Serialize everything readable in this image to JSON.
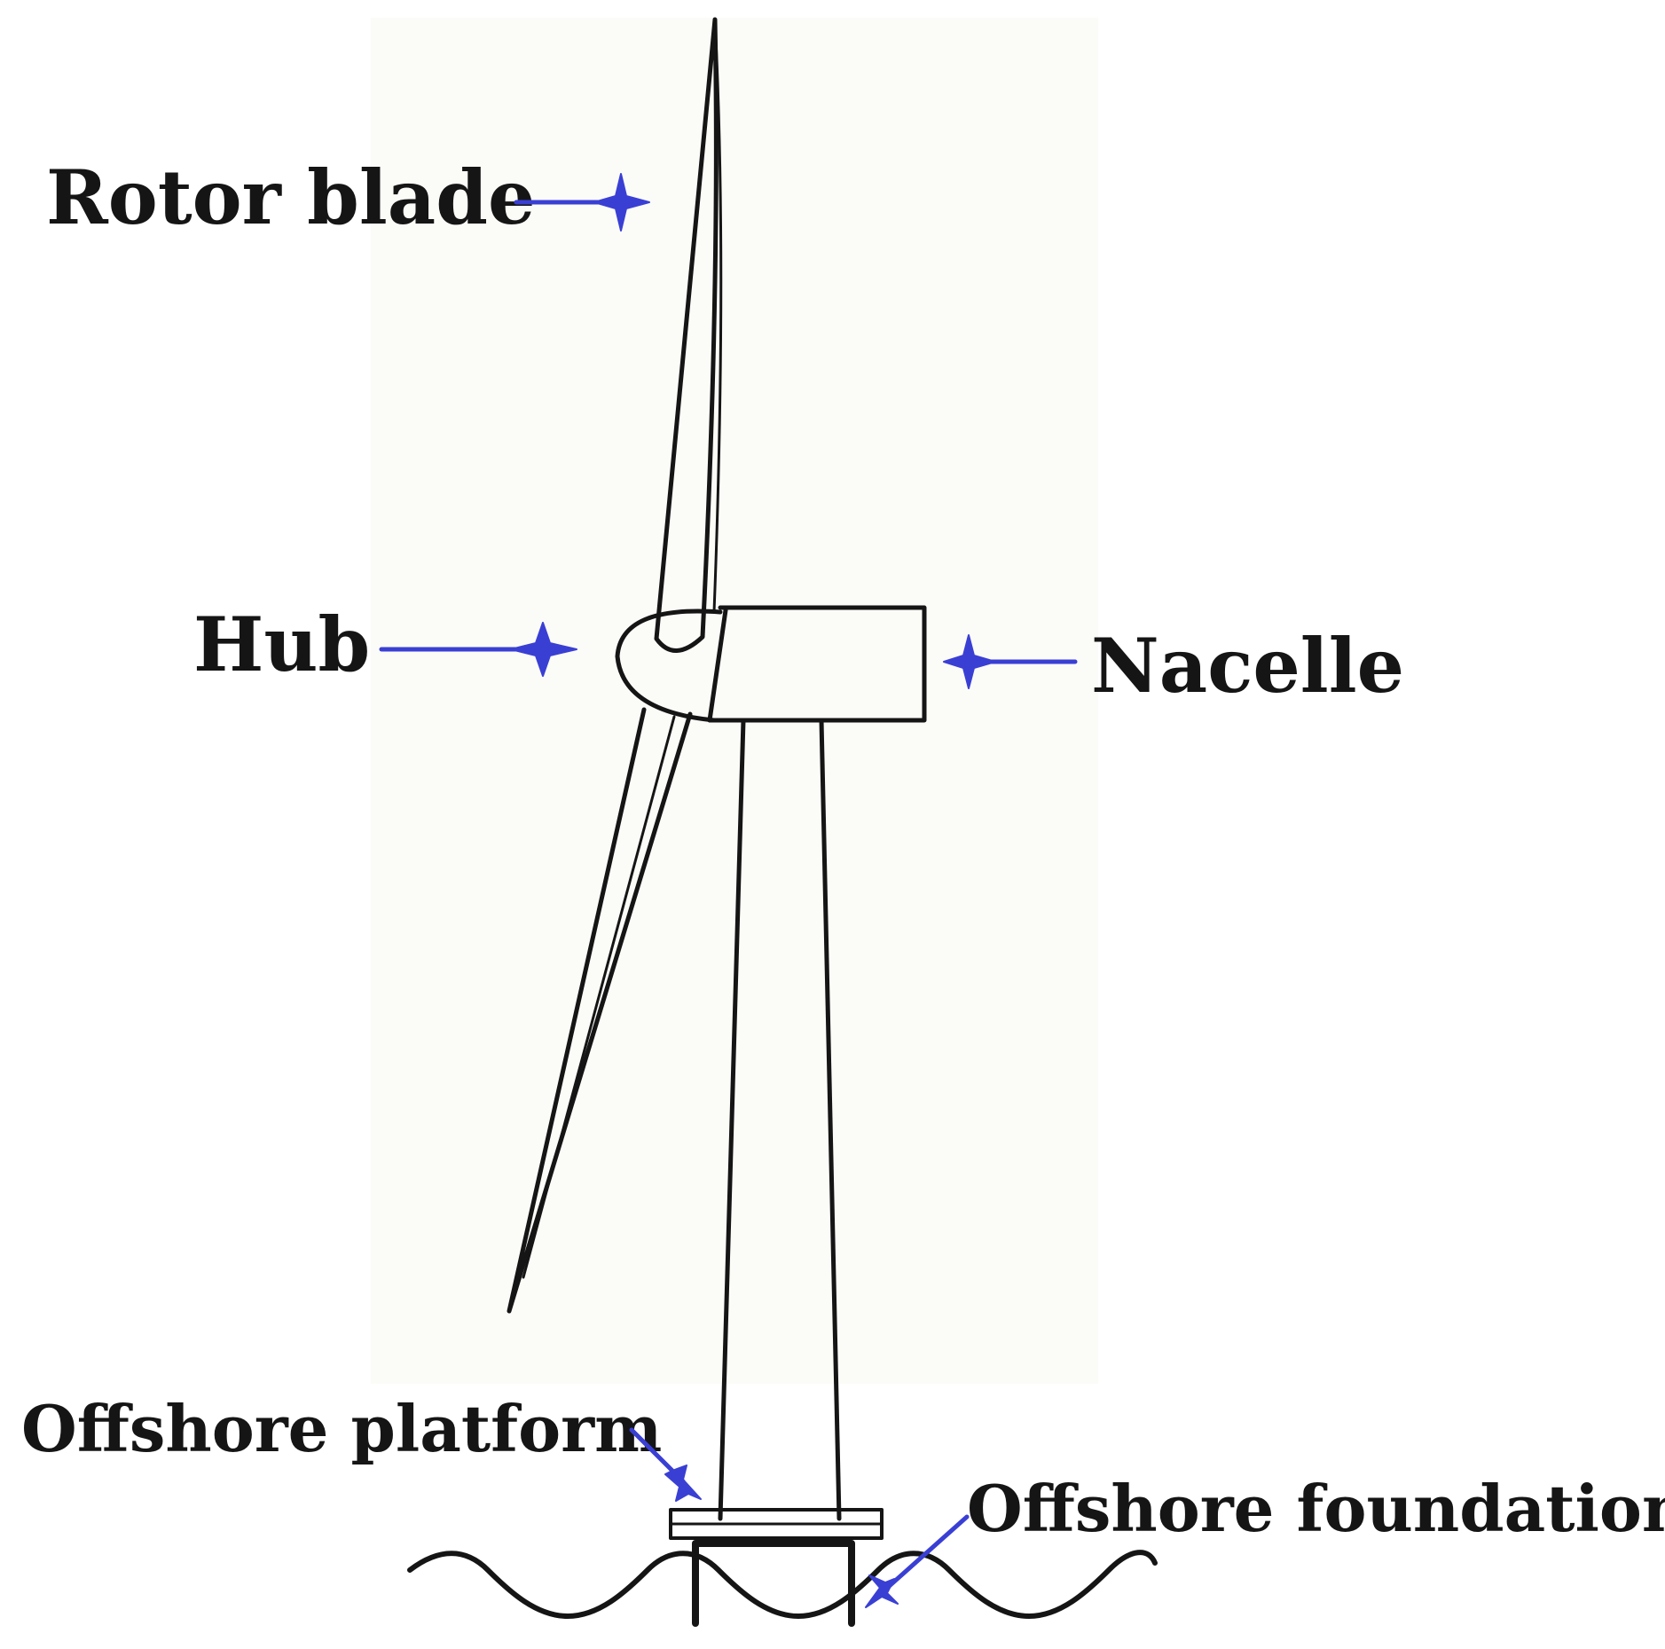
{
  "labels": {
    "rotor_blade": "Rotor blade",
    "hub": "Hub",
    "nacelle": "Nacelle",
    "offshore_platform": "Offshore platform",
    "offshore_foundation": "Offshore foundation"
  },
  "colors": {
    "label_text": "#151515",
    "arrow": "#3a3fd4",
    "line_art": "#151515",
    "background": "#ffffff"
  },
  "icons": {
    "arrow_marker": "four-point-star-arrowhead"
  }
}
